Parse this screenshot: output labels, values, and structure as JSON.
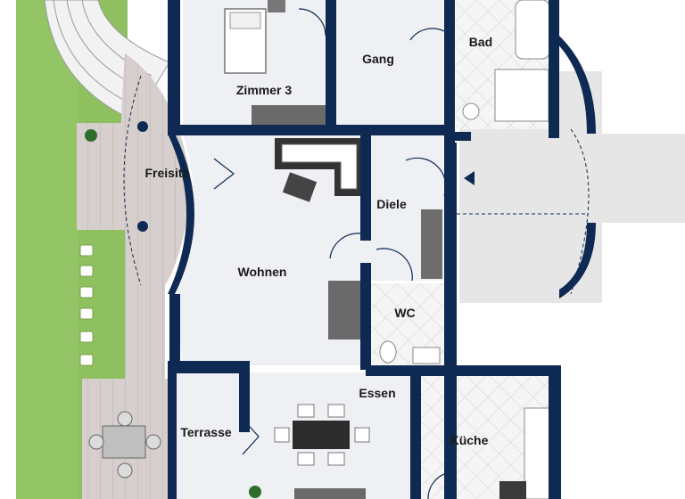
{
  "rooms": {
    "zimmer3": "Zimmer 3",
    "gang": "Gang",
    "bad": "Bad",
    "freisitz": "Freisitz",
    "diele": "Diele",
    "wohnen": "Wohnen",
    "wc": "WC",
    "essen": "Essen",
    "terrasse": "Terrasse",
    "kueche": "Küche"
  },
  "colors": {
    "wall": "#0f2a52",
    "floor": "#eef0f4",
    "grass": "#8fc060",
    "deck": "#d4cccb",
    "tile": "#f4f4f4",
    "outside_path": "#e3e3e3"
  }
}
